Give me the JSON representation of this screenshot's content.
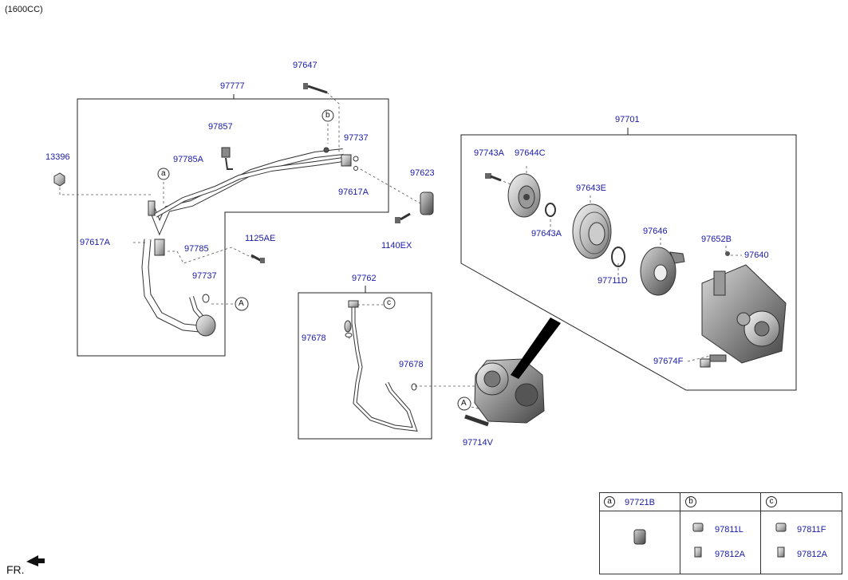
{
  "engine_label": "(1600CC)",
  "front_label": "FR.",
  "parts": {
    "p97647": "97647",
    "p97777": "97777",
    "p97857": "97857",
    "p97785A": "97785A",
    "p13396": "13396",
    "p97737a": "97737",
    "p97617Aa": "97617A",
    "p97623": "97623",
    "p1140EX": "1140EX",
    "p97617Ab": "97617A",
    "p97785": "97785",
    "p1125AE": "1125AE",
    "p97737b": "97737",
    "p97762": "97762",
    "p97678a": "97678",
    "p97678b": "97678",
    "p97714V": "97714V",
    "p97701": "97701",
    "p97743A": "97743A",
    "p97644C": "97644C",
    "p97643E": "97643E",
    "p97643A": "97643A",
    "p97646": "97646",
    "p97652B": "97652B",
    "p97640": "97640",
    "p97711D": "97711D",
    "p97674F": "97674F"
  },
  "callouts": {
    "a": "a",
    "b": "b",
    "c": "c",
    "A": "A"
  },
  "legend": {
    "a": {
      "key": "a",
      "part": "97721B"
    },
    "b": {
      "key": "b",
      "part1": "97811L",
      "part2": "97812A"
    },
    "c": {
      "key": "c",
      "part1": "97811F",
      "part2": "97812A"
    }
  }
}
